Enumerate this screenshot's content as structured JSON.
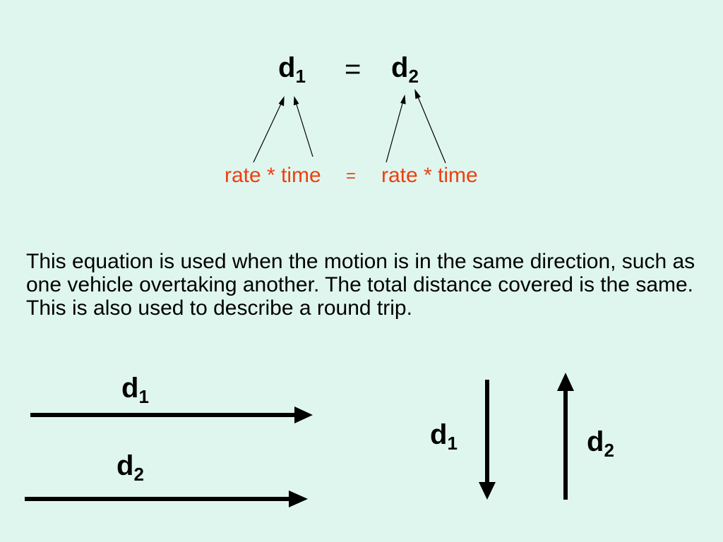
{
  "equation": {
    "left": {
      "letter": "d",
      "sub": "1"
    },
    "equals": "=",
    "right": {
      "letter": "d",
      "sub": "2"
    }
  },
  "expansion": {
    "left": "rate * time",
    "equals": "=",
    "right": "rate * time"
  },
  "paragraph": "This equation is used when the motion is in the same direction, such as one vehicle overtaking another. The total distance covered is the same. This is also used to describe a round trip.",
  "same_direction": {
    "top_label": {
      "letter": "d",
      "sub": "1"
    },
    "bottom_label": {
      "letter": "d",
      "sub": "2"
    }
  },
  "round_trip": {
    "down_label": {
      "letter": "d",
      "sub": "1"
    },
    "up_label": {
      "letter": "d",
      "sub": "2"
    }
  },
  "colors": {
    "background": "#dff6ee",
    "expansion_text": "#ee3f0f",
    "ink": "#000000"
  }
}
